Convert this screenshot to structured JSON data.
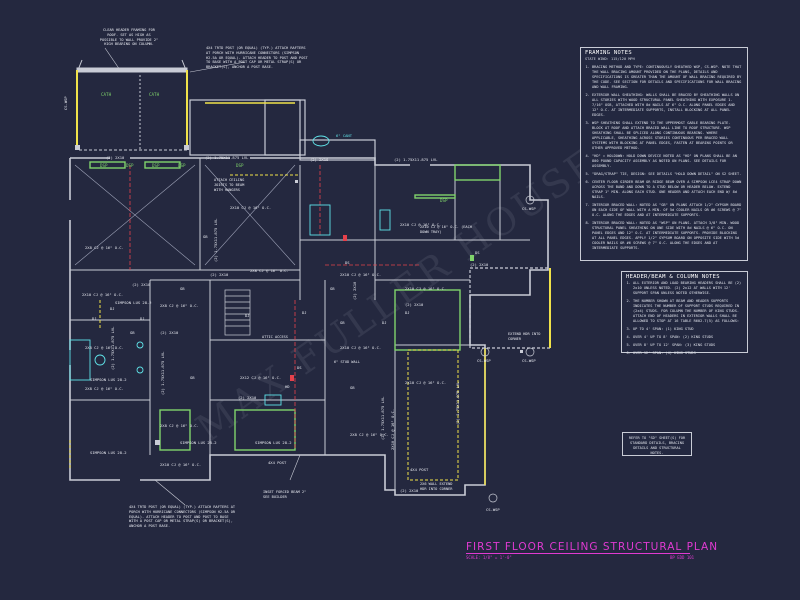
{
  "plan": {
    "title": "FIRST FLOOR CEILING STRUCTURAL PLAN",
    "scale": "SCALE: 1/8\" = 1'-0\"",
    "sheet_id": "BP EDD 101"
  },
  "watermark": "MAX FULLER HOUSE PLANS",
  "colors": {
    "background": "#24283f",
    "walls": "#c9ccd6",
    "beams": "#7fd36b",
    "headers": "#f0e24a",
    "fixtures": "#5fe3e8",
    "title": "#e03ad2",
    "hidden_red": "#e5414b"
  },
  "framing_notes": {
    "heading": "FRAMING NOTES",
    "subheading": "STATE WIND: 115/120 MPH",
    "items": [
      "BRACING METHOD AND TYPE: CONTINUOUSLY SHEATHED WSP, CS-WSP. NOTE THAT THE WALL BRACING AMOUNT PROVIDED ON THE PLANS, DETAILS AND SPECIFICATIONS IS GREATER THAN THE AMOUNT OF WALL BRACING REQUIRED BY THE CODE. SEE SECTION FOR DETAILS AND SPECIFICATIONS FOR WALL BRACING AND WALL FRAMING.",
      "EXTERIOR WALL SHEATHING: WALLS SHALL BE BRACED BY SHEATHING WALLS ON ALL STORIES WITH WOOD STRUCTURAL PANEL SHEATHING WITH EXPOSURE 1. 7/16\" OSB, ATTACHED WITH 8d NAILS AT 6\" O.C. ALONG PANEL EDGES AND 12\" O.C. AT INTERMEDIATE SUPPORTS, INSTALL BLOCKING AT ALL PANEL EDGES.",
      "WSP SHEATHING SHALL EXTEND TO THE UPPERMOST GABLE BEARING PLATE. BLOCK AT ROOF AND ATTACH BRACED WALL LINE TO ROOF STRUCTURE. WSP SHEATHING SHALL BE SPLICED ALONG CONTINUOUS BEARING. WHERE APPLICABLE, SHEATHING ACROSS STORIES CONTINUOUS PER BRACED WALL SYSTEMS WITH BLOCKING AT PANEL EDGES, FASTEN AT BEARING POINTS OR OTHER APPROVED METHOD.",
      "\"HD\" = HOLDOWN: HOLD DOWN DEVICE NOTED AS \"HD\" ON PLANS SHALL BE AN 800 POUND CAPACITY ASSEMBLY AS NOTED ON PLANS. SEE DETAILS FOR ASSEMBLY.",
      "\"DRAG/STRAP\" TIE, DESIGN: SEE DETAILS \"HOLD DOWN DETAIL\" ON S2 SHEET.",
      "CENTER FLOOR GIRDER BEAM OR RIDGE BEAM OVER A SIMPSON LCE4 STRAP DOWN ACROSS THE BAND AND DOWN TO A STUD BELOW OR HEADER BELOW. EXTEND STRAP 1\" MIN. ALONG EACH STUD. ONE HEADER AND ATTACH EACH END W/ 8d NAILS.",
      "INTERIOR BRACED WALL: NOTED AS \"GB\" ON PLANS ATTACH 1/2\" GYPSUM BOARD ON EACH SIDE OF WALL WITH A MIN. OF 5d COOLER NAILS OR #6 SCREWS @ 7\" O.C. ALONG THE EDGES AND AT INTERMEDIATE SUPPORTS.",
      "INTERIOR BRACED WALL: NOTED AS \"WSP\" ON PLANS. ATTACH 3/8\" MIN. WOOD STRUCTURAL PANEL SHEATHING ON ONE SIDE WITH 8d NAILS @ 6\" O.C. ON PANEL EDGES AND 12\" O.C. AT INTERMEDIATE SUPPORTS. PROVIDE BLOCKING AT ALL PANEL EDGES. APPLY 1/2\" GYPSUM BOARD ON OPPOSITE SIDE WITH 5d COOLER NAILS OR #6 SCREWS @ 7\" O.C. ALONG THE EDGES AND AT INTERMEDIATE SUPPORTS."
    ]
  },
  "header_notes": {
    "heading": "HEADER/BEAM & COLUMN NOTES",
    "items": [
      "ALL EXTERIOR AND LOAD BEARING HEADERS SHALL BE (2) 2x10 UNLESS NOTED. (2) 2x12 AT WALLS WITH 12' SUPPORT SPAN UNLESS NOTED OTHERWISE.",
      "THE NUMBER SHOWN AT BEAM AND HEADER SUPPORTS INDICATES THE NUMBER OF SUPPORT STUDS REQUIRED IN (2x4) STUDS. FOR COLUMN THE NUMBER OF KING STUDS. ATTACH END OF HEADERS IN EXTERIOR WALLS SHALL BE ALLOWED TO STOP AT 16 TABLE R602.7(5) AS FOLLOWS:",
      "UP TO 4' SPAN: (1) KING STUD",
      "OVER 4' UP TO 8' SPAN: (2) KING STUDS",
      "OVER 8' UP TO 12' SPAN: (3) KING STUDS",
      "OVER 12' SPAN: (4) KING STUDS"
    ]
  },
  "refer_note": "REFER TO \"SD\" SHEET(S) FOR STANDARD DETAILS, BRACING DETAILS AND STRUCTURAL NOTES.",
  "callouts": {
    "top_left": "CLEAR HEADER FRAMING FOR ROOF. SET AS HIGH AS POSSIBLE TO WALL PROVIDE 2\" HIGH BEARING ON COLUMN.",
    "top_center": "4x4 TRTD POST (OR EQUAL) (TYP.) ATTACH RAFTERS AT PORCH WITH HURRICANE CONNECTORS (SIMPSON H2.5A OR EQUAL). ATTACH HEADER TO POST AND POST TO BASE WITH A POST CAP OR METAL STRAP(S) OR BRACKET(S), ANCHOR A POST BASE.",
    "bottom_left": "4x4 TRTD POST (OR EQUAL) (TYP.) ATTACH RAFTERS AT PORCH WITH HURRICANE CONNECTORS (SIMPSON H2.5A OR EQUAL). ATTACH HEADER TO POST AND POST TO BASE WITH A POST CAP OR METAL STRAP(S) OR BRACKET(S), ANCHOR A POST BASE.",
    "attach_ceiling": "ATTACH CEILING JOISTS TO BEAM WITH HANGERS",
    "attic_access": "ATTIC ACCESS",
    "ext_header_1": "EXTEND HDR INTO CORNER",
    "ext_header_2": "2x6 WALL EXTEND HDR INTO CORNER",
    "flush_beam": "INSET FORCED BEAM 2\" SEE BUILDER",
    "stud_wall": "6\" STUD WALL",
    "flush_beam2": "2x10 CJ @ 16\" O.C. (EACH DOWN TRAY)"
  },
  "labels": {
    "cath": "CATH",
    "cath2": "CATH",
    "dsp": "DSP",
    "dsp2": "DSP",
    "dsp3": "DSP",
    "dsp4": "DSP",
    "dsp5": "DSP",
    "dsp6": "DSP",
    "ch_hall": "6\" CANT",
    "cj1": "2x10 CJ @ 16\" O.C.",
    "cj2": "2x10 CJ @ 16\" O.C.",
    "cj3": "2x10 CJ @ 16\" O.C.",
    "cj4": "2x8 CJ @ 16\" O.C.",
    "cj5": "2x8 CJ @ 16\" O.C.",
    "cj6": "2x10 CJ @ 16\" O.C.",
    "cj7": "2x8 CJ @ 16\" O.C.",
    "cj8": "2x10 CJ @ 16\" O.C.",
    "cj9": "2x10 CJ @ 16\" O.C.",
    "cj10": "2x8 CJ @ 16\" O.C.",
    "cj11": "2x12 CJ @ 16\" O.C.",
    "cj12": "2x10 CJ @ 16\" O.C.",
    "cj13": "2x10 CJ @ 16\" O.C.",
    "cj14": "2x8 CJ @ 16\" O.C.",
    "cj15": "2x8 CJ @ 16\" O.C.",
    "cj16": "2x8 CJ @ 16\" O.C.",
    "simpson1": "SIMPSON LUS 28-2",
    "simpson2": "SIMPSON LUS 28-2",
    "simpson3": "SIMPSON LUS 28-2",
    "simpson4": "SIMPSON LUS 28-2",
    "simpson5": "SIMPSON LUS 28-2",
    "beam1": "(2) 1.75x11.875 LVL",
    "beam2": "(2) 1.75x11.875 LVL",
    "beam3": "(2) 1.75x11.875 LVL",
    "beam4": "(2) 1.75x11.875 LVL",
    "beam5": "(2) 1.75x11.875 LVL",
    "beam6": "(2) 1.75x11.875 LVL",
    "beam7": "(2) 1.75x11.875 LVL",
    "hdr1": "(2) 2x10",
    "hdr2": "(2) 2x10",
    "hdr3": "(2) 2x10",
    "hdr4": "(2) 2x10",
    "hdr5": "(2) 2x10",
    "hdr6": "(2) 2x10",
    "hdr7": "(2) 2x10",
    "hdr8": "(2) 2x10",
    "hdr9": "(2) 2x10",
    "hdr10": "(2) 2x10",
    "post1": "4x4 POST",
    "post2": "4x4 POST",
    "gb1": "GB",
    "gb2": "GB",
    "gb3": "GB",
    "gb4": "GB",
    "gb5": "GB",
    "gb6": "GB",
    "gb7": "GB",
    "ds1": "DS",
    "ds2": "DS",
    "ds3": "DS",
    "hd": "HD",
    "cs_wsp1": "CS-WSP",
    "cs_wsp2": "CS-WSP",
    "cs_wsp3": "CS-WSP",
    "cs_wsp4": "CS-WSP",
    "cs_wsp5": "CS-WSP",
    "dj1": "DJ",
    "dj2": "DJ",
    "dj3": "DJ",
    "dj4": "DJ",
    "dj5": "DJ",
    "dj6": "DJ",
    "dj7": "DJ"
  }
}
